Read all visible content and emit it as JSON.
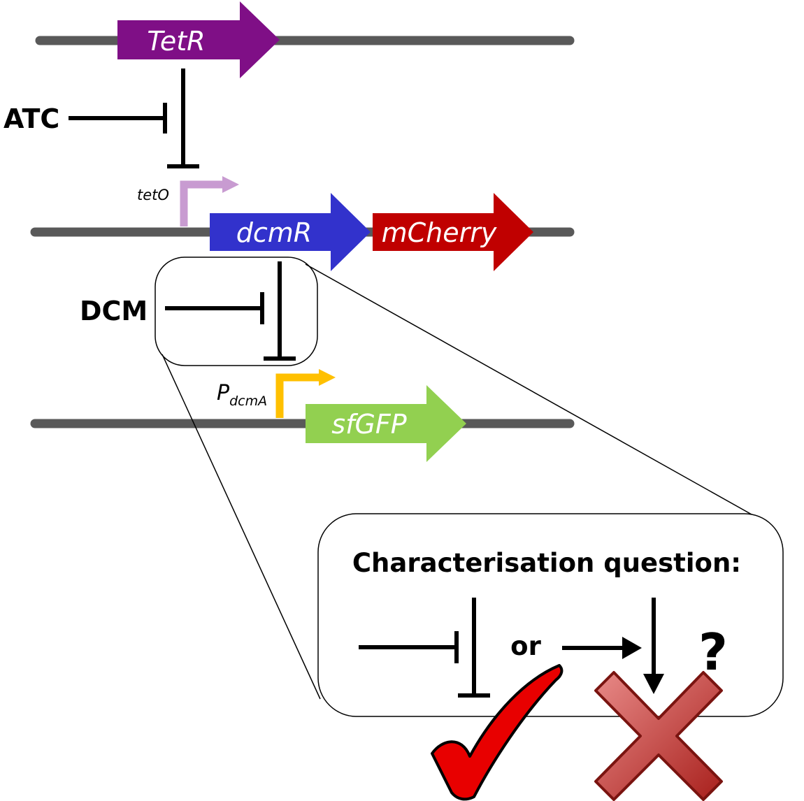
{
  "genes": {
    "tetr": {
      "label": "TetR",
      "color": "#7f0f86"
    },
    "dcmr": {
      "label": "dcmR",
      "color": "#3232cc"
    },
    "mcherry": {
      "label": "mCherry",
      "color": "#c00000"
    },
    "sfgfp": {
      "label": "sfGFP",
      "color": "#92d050"
    }
  },
  "promoters": {
    "teto": {
      "label": "tetO",
      "color": "#c89bd1"
    },
    "pdcma": {
      "label": "P",
      "subscript": "dcmA",
      "color": "#ffc000"
    }
  },
  "inducers": {
    "atc": "ATC",
    "dcm": "DCM"
  },
  "question": {
    "title": "Characterisation question:",
    "or_label": "or",
    "question_mark": "?",
    "correct_option": "repression",
    "incorrect_option": "activation"
  },
  "colors": {
    "dna": "#595959",
    "check": "#e80000",
    "cross": "#c0504d"
  }
}
